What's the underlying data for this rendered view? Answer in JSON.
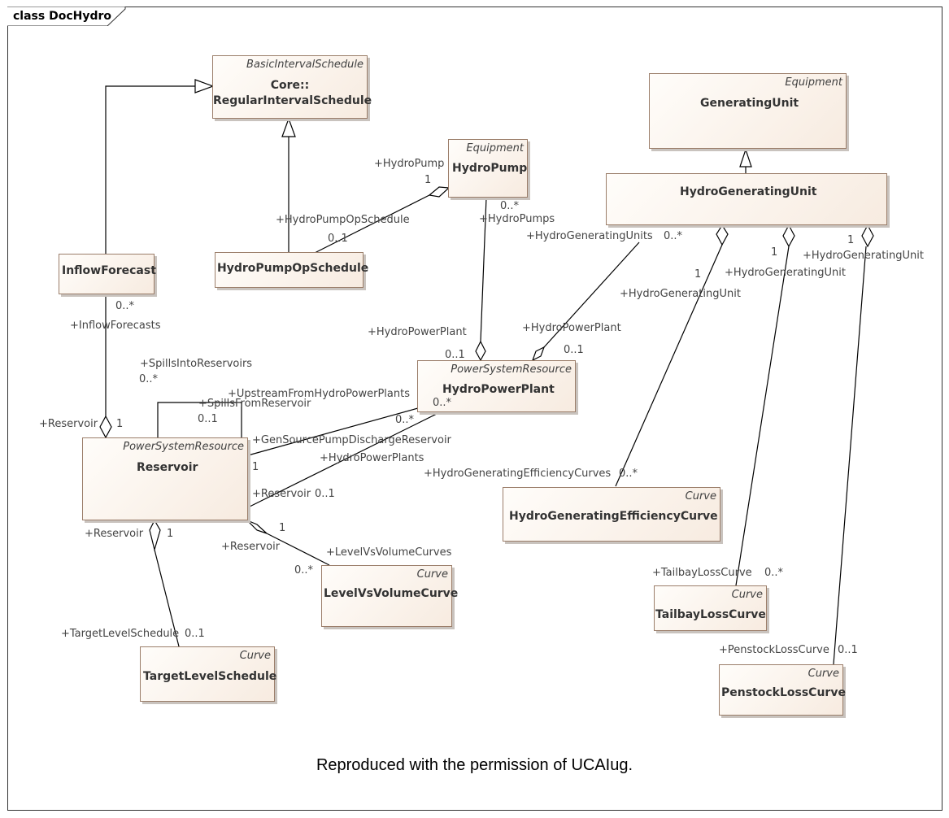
{
  "frame": {
    "title": "class DocHydro"
  },
  "classes": {
    "regular_interval_schedule": {
      "stereotype": "BasicIntervalSchedule",
      "name_line1": "Core::",
      "name_line2": "RegularIntervalSchedule"
    },
    "generating_unit": {
      "stereotype": "Equipment",
      "name": "GeneratingUnit"
    },
    "hydro_pump": {
      "stereotype": "Equipment",
      "name": "HydroPump"
    },
    "hydro_generating_unit": {
      "name": "HydroGeneratingUnit"
    },
    "inflow_forecast": {
      "name": "InflowForecast"
    },
    "hydro_pump_op_schedule": {
      "name": "HydroPumpOpSchedule"
    },
    "hydro_power_plant": {
      "stereotype": "PowerSystemResource",
      "name": "HydroPowerPlant"
    },
    "reservoir": {
      "stereotype": "PowerSystemResource",
      "name": "Reservoir"
    },
    "hydro_generating_efficiency_curve": {
      "stereotype": "Curve",
      "name": "HydroGeneratingEfficiencyCurve"
    },
    "level_vs_volume_curve": {
      "stereotype": "Curve",
      "name": "LevelVsVolumeCurve"
    },
    "tailbay_loss_curve": {
      "stereotype": "Curve",
      "name": "TailbayLossCurve"
    },
    "target_level_schedule": {
      "stereotype": "Curve",
      "name": "TargetLevelSchedule"
    },
    "penstock_loss_curve": {
      "stereotype": "Curve",
      "name": "PenstockLossCurve"
    }
  },
  "labels": {
    "hydro_pump_role": "+HydroPump",
    "hydro_pump_mult": "1",
    "hydro_pump_op_schedule_role": "+HydroPumpOpSchedule",
    "hydro_pump_op_schedule_mult": "0..1",
    "hydro_pumps_mult": "0..*",
    "hydro_pumps_role": "+HydroPumps",
    "hydro_generating_units_role": "+HydroGeneratingUnits",
    "hydro_generating_units_mult": "0..*",
    "hgu_1_mult": "1",
    "hgu_1_role": "+HydroGeneratingUnit",
    "hgu_2_mult": "1",
    "hgu_2_role": "+HydroGeneratingUnit",
    "hgu_3_mult": "1",
    "hgu_3_role": "+HydroGeneratingUnit",
    "inflow_forecasts_mult": "0..*",
    "inflow_forecasts_role": "+InflowForecasts",
    "plant_from_pump_role": "+HydroPowerPlant",
    "plant_from_pump_mult": "0..1",
    "plant_from_units_role": "+HydroPowerPlant",
    "plant_from_units_mult": "0..1",
    "spills_into_role": "+SpillsIntoReservoirs",
    "spills_into_mult": "0..*",
    "upstream_role": "+UpstreamFromHydroPowerPlants",
    "upstream_mult": "0..*",
    "spills_from_role": "+SpillsFromReservoir",
    "spills_from_mult": "0..1",
    "reservoir_inflow_role": "+Reservoir",
    "reservoir_inflow_mult": "1",
    "gen_source_role": "+GenSourcePumpDischargeReservoir",
    "gen_source_mult": "1",
    "gen_source_plant_mult": "0..*",
    "hydro_power_plants_role": "+HydroPowerPlants",
    "reservoir_plant_role": "+Reservoir",
    "reservoir_plant_mult": "0..1",
    "efficiency_curves_role": "+HydroGeneratingEfficiencyCurves",
    "efficiency_curves_mult": "0..*",
    "reservoir_target_role": "+Reservoir",
    "reservoir_target_mult": "1",
    "reservoir_level_mult": "1",
    "reservoir_level_role": "+Reservoir",
    "level_curves_role": "+LevelVsVolumeCurves",
    "level_curves_mult": "0..*",
    "tailbay_role": "+TailbayLossCurve",
    "tailbay_mult": "0..*",
    "target_level_role": "+TargetLevelSchedule",
    "target_level_mult": "0..1",
    "penstock_role": "+PenstockLossCurve",
    "penstock_mult": "0..1"
  },
  "footer": "Reproduced with the permission of UCAIug."
}
